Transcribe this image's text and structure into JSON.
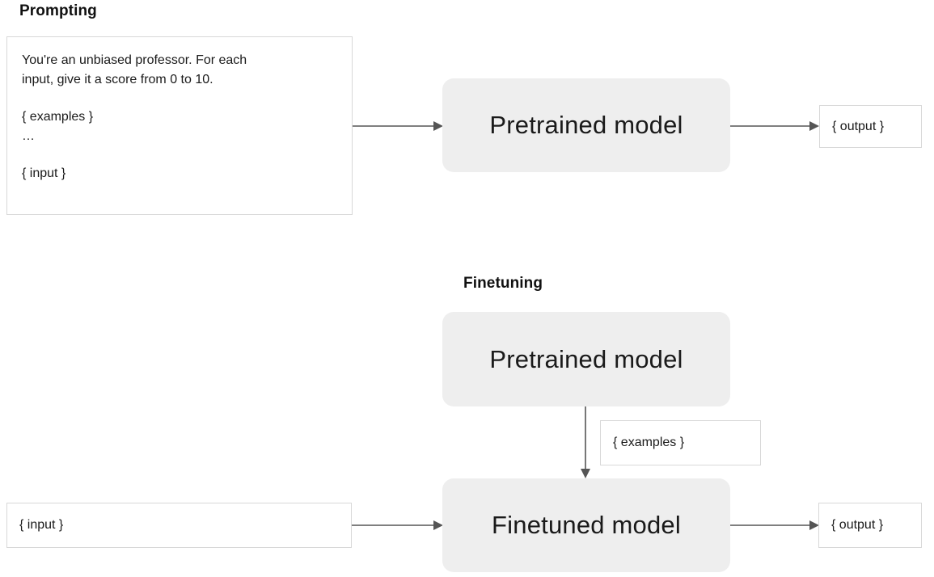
{
  "diagram": {
    "title_prompting": "Prompting",
    "title_finetuning": "Finetuning",
    "accent_line_color": "#555555",
    "model_box_fill": "#eeeeee",
    "plain_box_border": "#d8d8d8",
    "text_color": "#1a1a1a"
  },
  "prompting": {
    "heading": "Prompting",
    "prompt_box": {
      "line1": "You're an unbiased professor. For each",
      "line2": "input, give it a score from 0 to 10.",
      "line3": "{ examples }",
      "line4": "…",
      "line5": "{ input }"
    },
    "model_label": "Pretrained model",
    "output_label": "{ output }",
    "arrow_prompt_to_model": "arrow-right",
    "arrow_model_to_output": "arrow-right"
  },
  "finetuning": {
    "heading": "Finetuning",
    "pretrained_label": "Pretrained model",
    "examples_label": "{ examples }",
    "finetuned_label": "Finetuned model",
    "input_label": "{ input }",
    "output_label": "{ output }",
    "arrow_pretrained_to_finetuned": "arrow-down",
    "arrow_input_to_finetuned": "arrow-right",
    "arrow_finetuned_to_output": "arrow-right"
  }
}
